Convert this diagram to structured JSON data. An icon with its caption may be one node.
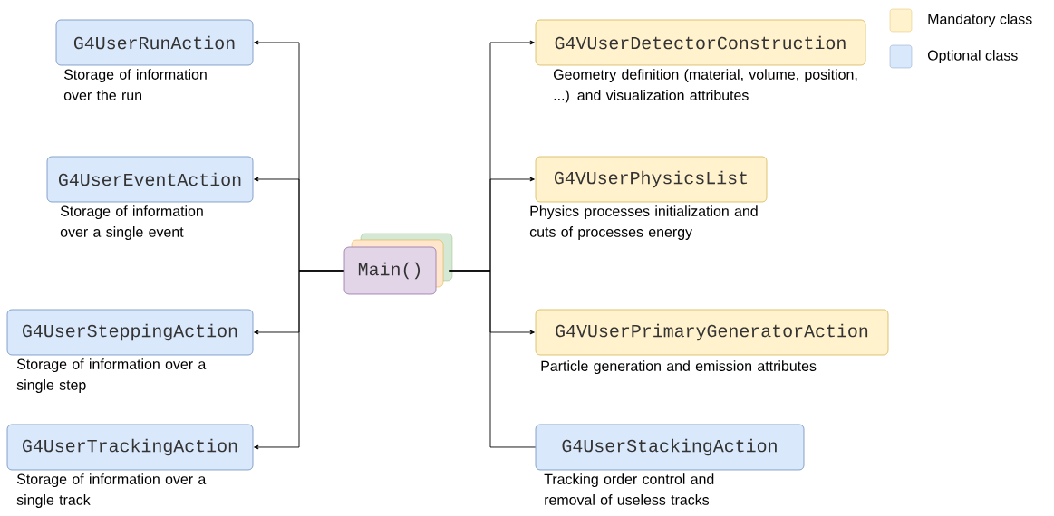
{
  "diagram": {
    "nodes": [
      {
        "text": [
          "G4UserRunAction"
        ],
        "beside": [
          "Storage of information over the run"
        ]
      },
      {
        "text": [
          "G4UserEventAction"
        ],
        "beside": [
          "Storage of information over a single event"
        ]
      },
      {
        "text": [
          "G4UserSteppingAction"
        ],
        "beside": [
          "Storage of information over a single step"
        ]
      },
      {
        "text": [
          "G4UserTrackingAction"
        ],
        "beside": [
          "Storage of information over a single track"
        ]
      },
      {
        "text": [
          "Main()"
        ]
      },
      {
        "text": [
          "G4VUserDetectorConstruction"
        ],
        "beside": [
          "Geometry definition (material, volume, position, ...) and visualization attributes"
        ]
      },
      {
        "text": [
          "G4VUserPhysicsList"
        ],
        "beside": [
          "Physics processes initialization and cuts of processes energy"
        ]
      },
      {
        "text": [
          "G4VUserPrimaryGeneratorAction"
        ],
        "beside": [
          "Particle generation and emission attributes"
        ]
      },
      {
        "text": [
          "G4UserStackingAction"
        ],
        "beside": [
          "Tracking order control and removal of useless tracks"
        ]
      }
    ],
    "edges": [
      {
        "from": 4,
        "to": 0,
        "arrow": "to"
      },
      {
        "from": 4,
        "to": 1,
        "arrow": "to"
      },
      {
        "from": 4,
        "to": 2,
        "arrow": "to"
      },
      {
        "from": 4,
        "to": 3,
        "arrow": "to"
      },
      {
        "from": 4,
        "to": 5,
        "arrow": "to"
      },
      {
        "from": 4,
        "to": 6,
        "arrow": "to"
      },
      {
        "from": 4,
        "to": 7,
        "arrow": "to"
      },
      {
        "from": 4,
        "to": 8,
        "arrow": "none"
      }
    ],
    "legend": [
      {
        "text": "Mandatory class",
        "color": "#fff2cc"
      },
      {
        "text": "Optional class",
        "color": "#dae8fc"
      }
    ]
  }
}
